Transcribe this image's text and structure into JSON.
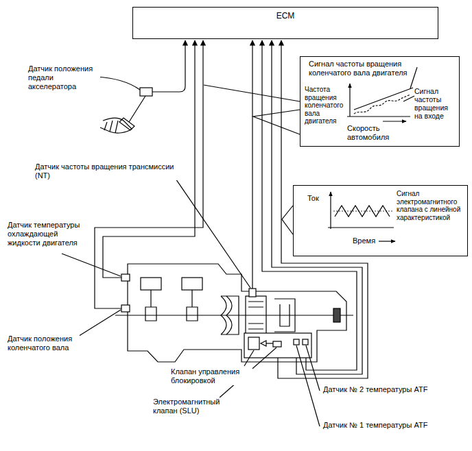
{
  "diagram": {
    "nodes": [
      {
        "text": [
          "ECM"
        ]
      },
      {
        "text": [
          "Сигнал частоты вращения коленчатого вала двигателя",
          "Частота вращения коленчатого вала двигателя",
          "Сигнал частоты вращения на входе",
          "Скорость автомобиля"
        ]
      },
      {
        "text": [
          "Ток",
          "Сигнал электромагнитного клапана с линейной характеристикой",
          "Время"
        ]
      }
    ],
    "labels": [
      "Датчик положения педали акселератора",
      "Датчик частоты вращения трансмиссии (NT)",
      "Датчик температуры охлаждающей жидкости двигателя",
      "Датчик положения коленчатого вала",
      "Клапан управления блокировкой",
      "Электромагнитный клапан (SLU)",
      "Датчик № 2 температуры ATF",
      "Датчик № 1 температуры ATF"
    ]
  }
}
